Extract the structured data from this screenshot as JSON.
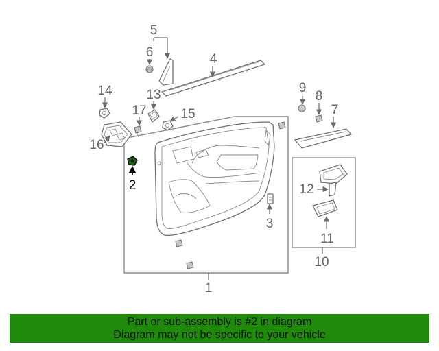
{
  "callouts": {
    "c1": "1",
    "c2": "2",
    "c3": "3",
    "c4": "4",
    "c5": "5",
    "c6": "6",
    "c7": "7",
    "c8": "8",
    "c9": "9",
    "c10": "10",
    "c11": "11",
    "c12": "12",
    "c13": "13",
    "c14": "14",
    "c15": "15",
    "c16": "16",
    "c17": "17"
  },
  "highlight": {
    "callout": "2",
    "color": "#1f5f1a"
  },
  "banner": {
    "line1": "Part or sub-assembly is #2 in diagram",
    "line2": "Diagram may not be specific to your vehicle",
    "background": "#1f8a0a"
  }
}
